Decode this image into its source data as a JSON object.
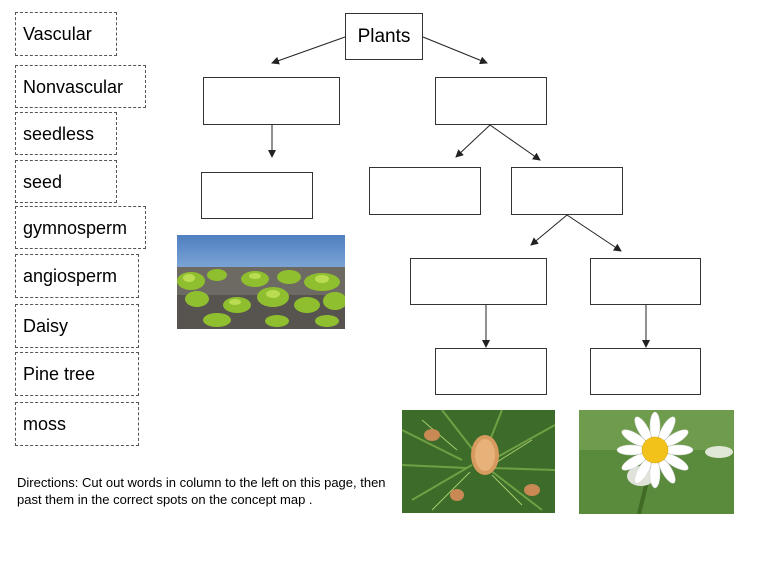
{
  "words": [
    "Vascular",
    "Nonvascular",
    "seedless",
    "seed",
    "gymnosperm",
    "angiosperm",
    "Daisy",
    "Pine tree",
    "moss"
  ],
  "root_label": "Plants",
  "directions": "Directions: Cut out words in column to the left on this page, then past them in the correct spots on the concept map ."
}
